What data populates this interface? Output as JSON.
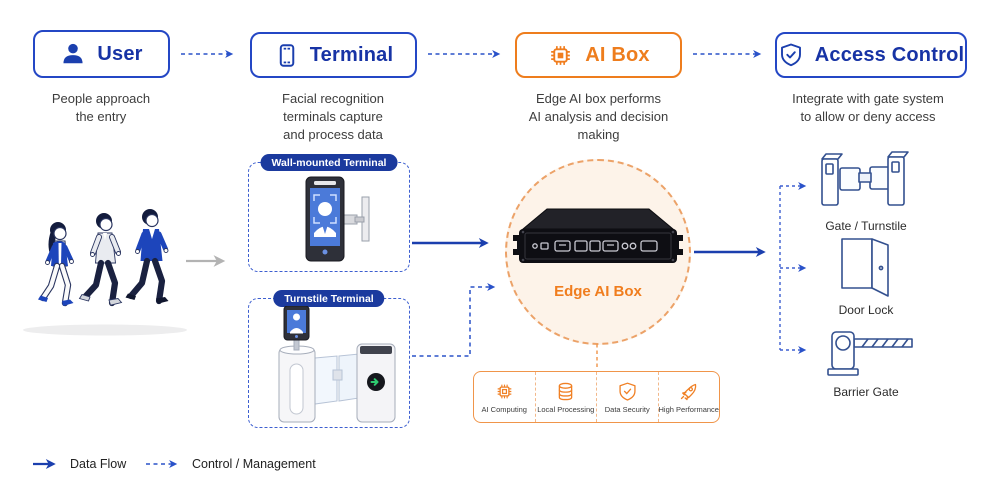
{
  "colors": {
    "primary_blue": "#1733a5",
    "border_blue": "#2447c5",
    "dashed_blue": "#2a52c9",
    "arrow_navy": "#1b3fae",
    "orange": "#ee7d1d",
    "orange_dash": "#eca268",
    "circle_fill": "#fdf3e9",
    "pill_bg": "#1b3a9e",
    "gray_arrow": "#b3b3b3"
  },
  "flow": {
    "user": {
      "label": "User",
      "description": "People approach\nthe entry"
    },
    "terminal": {
      "label": "Terminal",
      "description": "Facial recognition\nterminals capture\nand process data"
    },
    "ai_box": {
      "label": "AI Box",
      "description": "Edge AI box performs\nAI analysis and decision\nmaking"
    },
    "access_control": {
      "label": "Access Control",
      "description": "Integrate with gate system\nto allow or deny access"
    }
  },
  "terminal_types": {
    "wall_mounted": "Wall-mounted Terminal",
    "turnstile": "Turnstile Terminal"
  },
  "edge_ai_box_label": "Edge AI Box",
  "features": [
    {
      "label": "AI Computing",
      "icon": "chip-icon"
    },
    {
      "label": "Local Processing",
      "icon": "database-icon"
    },
    {
      "label": "Data Security",
      "icon": "shield-check-icon"
    },
    {
      "label": "High Performance",
      "icon": "rocket-icon"
    }
  ],
  "access_devices": [
    {
      "label": "Gate / Turnstile",
      "icon": "turnstile-icon"
    },
    {
      "label": "Door Lock",
      "icon": "door-icon"
    },
    {
      "label": "Barrier Gate",
      "icon": "barrier-gate-icon"
    }
  ],
  "legend": {
    "data_flow": "Data Flow",
    "control_management": "Control / Management"
  }
}
